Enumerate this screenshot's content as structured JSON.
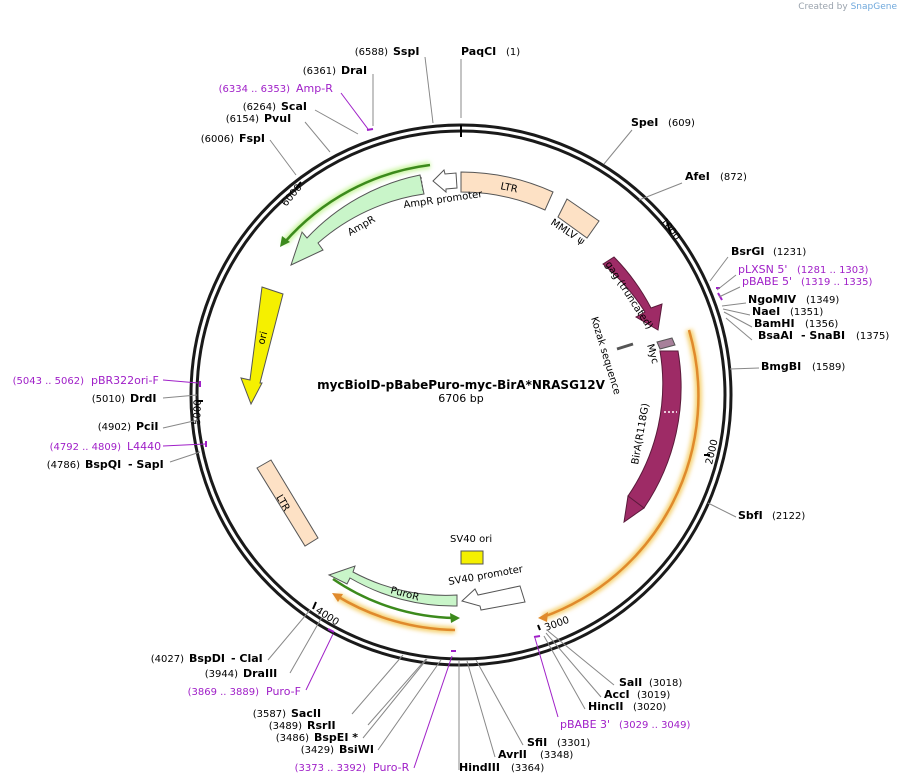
{
  "watermark": {
    "prefix": "Created by",
    "brand": "SnapGene"
  },
  "plasmid": {
    "name": "mycBioID-pBabePuro-myc-BirA*NRASG12V",
    "length": "6706 bp"
  },
  "ticks": [
    {
      "label": "1000",
      "pos": 1000
    },
    {
      "label": "2000",
      "pos": 2000
    },
    {
      "label": "3000",
      "pos": 3000
    },
    {
      "label": "4000",
      "pos": 4000
    },
    {
      "label": "5000",
      "pos": 5000
    },
    {
      "label": "6000",
      "pos": 6000
    }
  ],
  "right_labels": [
    {
      "name": "PaqCI",
      "pos": "(1)"
    },
    {
      "name": "SpeI",
      "pos": "(609)"
    },
    {
      "name": "AfeI",
      "pos": "(872)"
    },
    {
      "name": "BsrGI",
      "pos": "(1231)"
    },
    {
      "name": "pLXSN 5'",
      "pos": "(1281 .. 1303)",
      "primer": true
    },
    {
      "name": "pBABE 5'",
      "pos": "(1319 .. 1335)",
      "primer": true
    },
    {
      "name": "NgoMIV",
      "pos": "(1349)"
    },
    {
      "name": "NaeI",
      "pos": "(1351)"
    },
    {
      "name": "BamHI",
      "pos": "(1356)"
    },
    {
      "name": "BsaAI",
      "extra": "- SnaBI",
      "pos": "(1375)"
    },
    {
      "name": "BmgBI",
      "pos": "(1589)"
    },
    {
      "name": "SbfI",
      "pos": "(2122)"
    }
  ],
  "bottom_right_labels": [
    {
      "name": "SalI",
      "pos": "(3018)"
    },
    {
      "name": "AccI",
      "pos": "(3019)"
    },
    {
      "name": "HincII",
      "pos": "(3020)"
    },
    {
      "name": "pBABE 3'",
      "pos": "(3029 .. 3049)",
      "primer": true
    },
    {
      "name": "SfiI",
      "pos": "(3301)"
    },
    {
      "name": "AvrII",
      "pos": "(3348)"
    },
    {
      "name": "HindIII",
      "pos": "(3364)"
    }
  ],
  "left_labels": [
    {
      "name": "SspI",
      "pos": "(6588)"
    },
    {
      "name": "DraI",
      "pos": "(6361)"
    },
    {
      "name": "Amp-R",
      "pos": "(6334 .. 6353)",
      "primer": true
    },
    {
      "name": "ScaI",
      "pos": "(6264)"
    },
    {
      "name": "PvuI",
      "pos": "(6154)"
    },
    {
      "name": "FspI",
      "pos": "(6006)"
    },
    {
      "name": "pBR322ori-F",
      "pos": "(5043 .. 5062)",
      "primer": true
    },
    {
      "name": "DrdI",
      "pos": "(5010)"
    },
    {
      "name": "PciI",
      "pos": "(4902)"
    },
    {
      "name": "L4440",
      "pos": "(4792 .. 4809)",
      "primer": true
    },
    {
      "name": "BspQI",
      "extra": "- SapI",
      "pos": "(4786)"
    }
  ],
  "bottom_left_labels": [
    {
      "name": "BspDI",
      "extra": "- ClaI",
      "pos": "(4027)"
    },
    {
      "name": "DraIII",
      "pos": "(3944)"
    },
    {
      "name": "Puro-F",
      "pos": "(3869 .. 3889)",
      "primer": true
    },
    {
      "name": "SacII",
      "pos": "(3587)"
    },
    {
      "name": "RsrII",
      "pos": "(3489)"
    },
    {
      "name": "BspEI *",
      "pos": "(3486)"
    },
    {
      "name": "BsiWI",
      "pos": "(3429)"
    },
    {
      "name": "Puro-R",
      "pos": "(3373 .. 3392)",
      "primer": true
    }
  ],
  "features": [
    {
      "name": "LTR"
    },
    {
      "name": "MMLV ψ"
    },
    {
      "name": "gag (truncated)"
    },
    {
      "name": "Kozak sequence"
    },
    {
      "name": "Myc"
    },
    {
      "name": "BirA(R118G)"
    },
    {
      "name": "SV40 ori"
    },
    {
      "name": "SV40 promoter"
    },
    {
      "name": "PuroR"
    },
    {
      "name": "LTR"
    },
    {
      "name": "ori"
    },
    {
      "name": "AmpR"
    },
    {
      "name": "AmpR promoter"
    }
  ],
  "colors": {
    "backbone": "#1a1a1a",
    "ltr_fill": "#fde1c5",
    "gag_fill": "#9e2b66",
    "birA_fill": "#9e2b66",
    "myc_fill": "#a7809a",
    "orange_orf": "#e08a2c",
    "green_orf": "#3c8a1c",
    "amp_fill": "#c9f5c9",
    "ori_fill": "#f5f000",
    "sv40ori_fill": "#f5f000",
    "primer": "#a020c8"
  }
}
